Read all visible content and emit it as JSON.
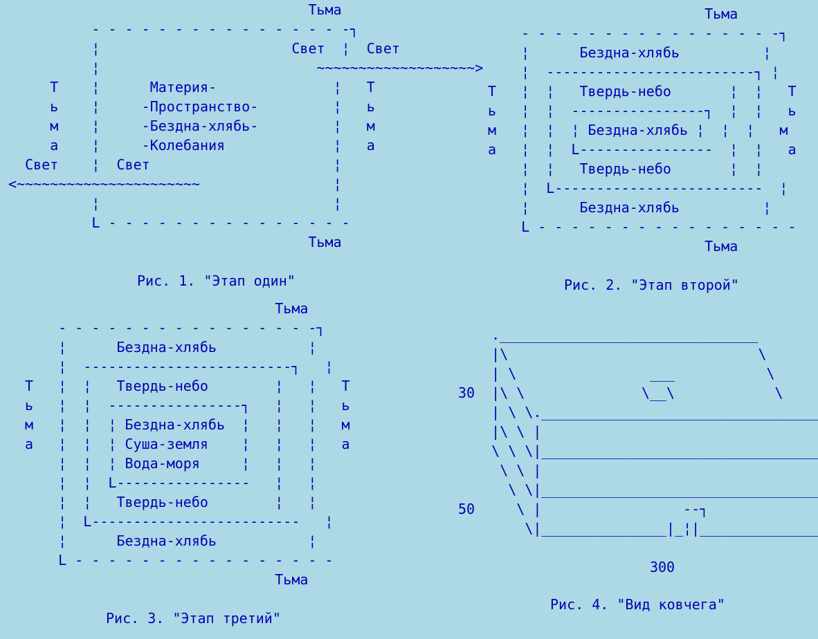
{
  "fig1": {
    "art": "                                    Тьма\n          - - - - - - - - - - - - - - - -┐\n          ¦                       Свет  ¦  Свет\n          ¦                          ~~~~~~~~~~~~~~~~~~~>\n     Т    ¦      Материя-              ¦   Т\n     ь    ¦     -Пространство-         ¦   ь\n     м    ¦     -Бездна-хлябь-         ¦   м\n     а    ¦     -Колебания             ¦   а\n  Свет    ¦  Свет                      ¦\n<~~~~~~~~~~~~~~~~~~~~~~                ¦\n          ¦                            ¦\n          L - - - - - - - - - - - - - - -\n                                    Тьма",
    "caption": "Рис. 1. \"Этап один\""
  },
  "fig2": {
    "art": "                          Тьма\n    - - - - - - - - - - - - - - - -┐\n    ¦      Бездна-хлябь          ¦\n    ¦  -------------------------┐ ¦\nТ   ¦  ¦   Твердь-небо       ¦  ¦   Т\nь   ¦  ¦  ----------------┐  ¦  ¦   ь\nм   ¦  ¦  ¦ Бездна-хлябь ¦  ¦  ¦   м\nа   ¦  ¦  L----------------  ¦  ¦   а\n    ¦  ¦   Твердь-небо       ¦  ¦\n    ¦  L-------------------------  ¦\n    ¦      Бездна-хлябь          ¦\n    L - - - - - - - - - - - - - - - -\n                          Тьма",
    "caption": "Рис. 2. \"Этап второй\""
  },
  "fig3": {
    "art": "                              Тьма\n    - - - - - - - - - - - - - - - -┐\n    ¦      Бездна-хлябь           ¦\n    ¦  -------------------------┐   ¦\nТ   ¦  ¦   Твердь-небо        ¦   ¦   Т\nь   ¦  ¦  ----------------┐   ¦   ¦   ь\nм   ¦  ¦  ¦ Бездна-хлябь  ¦   ¦   ¦   м\nа   ¦  ¦  ¦ Суша-земля    ¦   ¦   ¦   а\n    ¦  ¦  ¦ Вода-моря     ¦   ¦   ¦\n    ¦  ¦  L----------------   ¦   ¦\n    ¦  ¦   Твердь-небо        ¦   ¦\n    ¦  L-------------------------   ¦\n    ¦      Бездна-хлябь           ¦\n    L - - - - - - - - - - - - - - - -\n                              Тьма",
    "caption": "Рис. 3. \"Этап третий\""
  },
  "fig4": {
    "art": "    ._______________________________\n    |\\                              \\\n    | \\                ___           \\\n30  |\\ \\              \\__\\            \\\n    | \\ \\.__________________________________.\n    |\\ \\ |                                  |\n    \\ \\ \\|__________________________________|\n     \\ \\ |                                  |\n      \\ \\|__________________________________|\n50     \\ |                 --┐              |\n        \\|_______________|_¦|_______________|\n\n                       300",
    "caption": "Рис. 4. \"Вид ковчега\""
  }
}
